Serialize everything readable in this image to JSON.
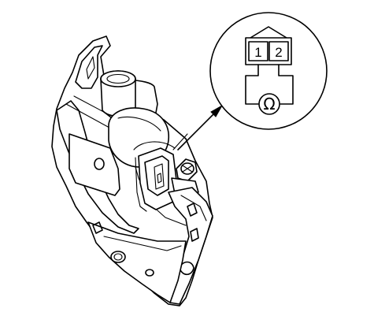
{
  "connector_view": {
    "pins": [
      {
        "number": "1"
      },
      {
        "number": "2"
      }
    ],
    "meter_symbol": "Ω"
  },
  "colors": {
    "line": "#000000",
    "background": "#ffffff"
  }
}
